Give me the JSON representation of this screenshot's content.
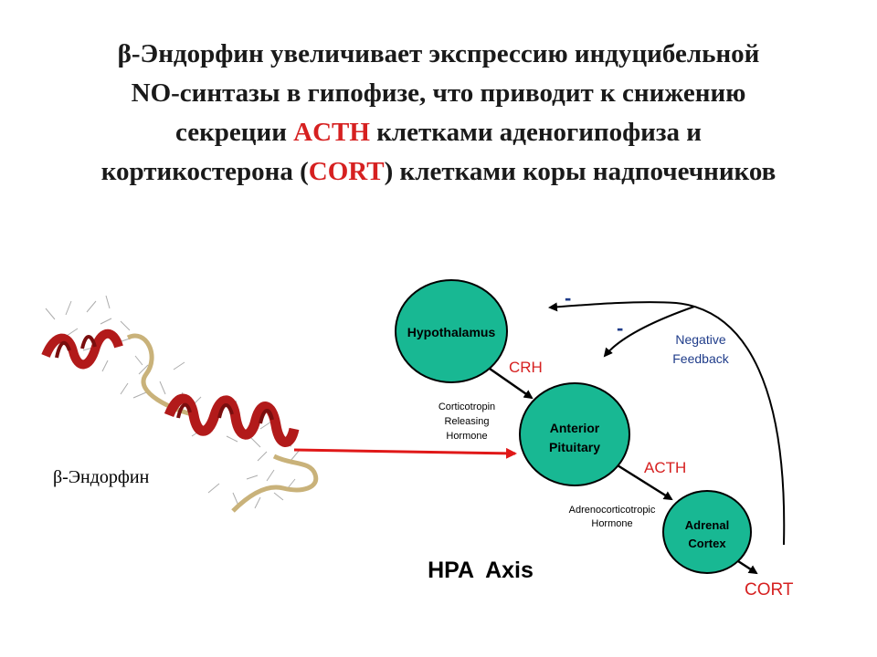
{
  "title": {
    "line1": "β-Эндорфин увеличивает экспрессию индуцибельной",
    "line2": "NO-синтазы в гипофизе, что приводит к снижению",
    "line3_pre": "секреции ",
    "line3_acth": "ACTH",
    "line3_post": " клетками аденогипофиза и",
    "line4_pre": "кортикостерона (",
    "line4_cort": "CORT",
    "line4_post": ") клетками коры надпочечников"
  },
  "molecule": {
    "label": "β-Эндорфин"
  },
  "diagram": {
    "nodes": {
      "hypothalamus": "Hypothalamus",
      "pituitary_line1": "Anterior",
      "pituitary_line2": "Pituitary",
      "adrenal_line1": "Adrenal",
      "adrenal_line2": "Cortex"
    },
    "hormones": {
      "crh": "CRH",
      "crh_full_line1": "Corticotropin",
      "crh_full_line2": "Releasing",
      "crh_full_line3": "Hormone",
      "acth": "ACTH",
      "acth_full_line1": "Adrenocorticotropic",
      "acth_full_line2": "Hormone",
      "cort": "CORT"
    },
    "feedback": {
      "line1": "Negative",
      "line2": "Feedback",
      "minus1": "-",
      "minus2": "-"
    },
    "axis_label": "HPA  Axis"
  },
  "colors": {
    "node_fill": "#18b893",
    "hormone_red": "#d62020",
    "feedback_blue": "#1f3c8a",
    "helix_red": "#b21a1a",
    "helix_tan": "#c9b27a"
  }
}
